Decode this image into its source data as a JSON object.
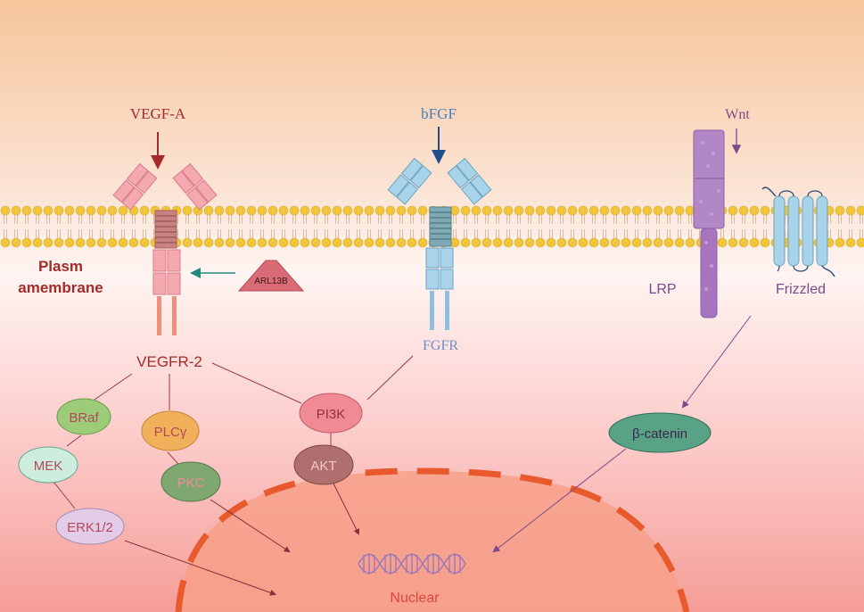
{
  "ligands": {
    "vegf": "VEGF-A",
    "bfgf": "bFGF",
    "wnt": "Wnt"
  },
  "membrane_label": {
    "line1": "Plasm",
    "line2": "amembrane"
  },
  "arl13b": "ARL13B",
  "receptors": {
    "vegfr": "VEGFR-2",
    "fgfr": "FGFR",
    "lrp": "LRP",
    "frizzled": "Frizzled"
  },
  "nodes": {
    "braf": "BRaf",
    "mek": "MEK",
    "erk": "ERK1/2",
    "plcg": "PLCγ",
    "pkc": "PKC",
    "pi3k": "PI3K",
    "akt": "AKT",
    "catenin": "β-catenin"
  },
  "nucleus_label": "Nuclear",
  "colors": {
    "vegf_red": "#a52a2a",
    "fgf_blue": "#1f4e8c",
    "wnt_purple": "#7b4a8a",
    "braf_fill": "#9ccc78",
    "mek_fill": "#cdeedf",
    "erk_fill": "#e3cce8",
    "plcg_fill": "#f1b05a",
    "pkc_fill": "#7fa871",
    "pi3k_fill": "#f08a95",
    "akt_fill": "#b06f6f",
    "catenin_fill": "#5aa286",
    "nucleus_fill": "#f7a08a",
    "nucleus_outline": "#e85a2e"
  }
}
